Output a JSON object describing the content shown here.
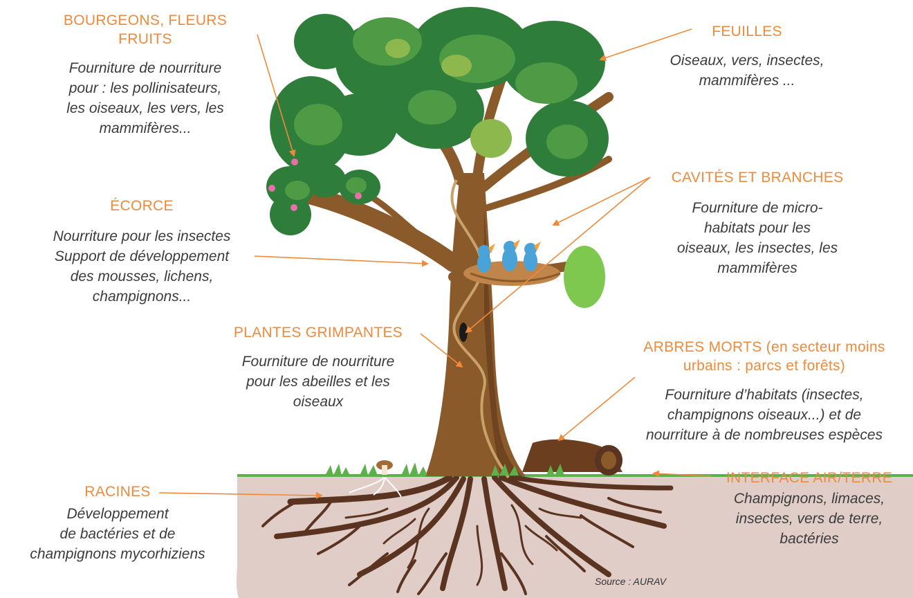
{
  "colors": {
    "accent": "#ef8a3c",
    "text": "#3b3b3b",
    "foliage_dark": "#2f7d3a",
    "foliage": "#4f9a45",
    "foliage_light": "#8db84e",
    "trunk": "#8b5a2b",
    "soil": "#e0cdc7",
    "roots": "#5a3420",
    "grass": "#5db04a"
  },
  "sections": {
    "bourgeons": {
      "title": "BOURGEONS, FLEURS\nFRUITS",
      "desc": "Fourniture de nourriture\npour : les pollinisateurs,\nles oiseaux, les vers, les\nmammifères..."
    },
    "ecorce": {
      "title": "ÉCORCE",
      "desc": "Nourriture pour les insectes\nSupport de développement\ndes mousses, lichens,\nchampignons..."
    },
    "feuilles": {
      "title": "FEUILLES",
      "desc": "Oiseaux, vers, insectes,\nmammifères ..."
    },
    "cavites": {
      "title": "CAVITÉS ET BRANCHES",
      "desc": "Fourniture de micro-\nhabitats pour les\noiseaux, les insectes, les\nmammifères"
    },
    "plantes": {
      "title": "PLANTES GRIMPANTES",
      "desc": "Fourniture de nourriture\npour les abeilles et les\noiseaux"
    },
    "arbres_morts": {
      "title": "ARBRES MORTS (en secteur moins\nurbains : parcs et forêts)",
      "desc": "Fourniture d’habitats (insectes,\nchampignons oiseaux...) et de\nnourriture à de nombreuses espèces"
    },
    "interface": {
      "title": "INTERFACE AIR/TERRE",
      "desc": "Champignons, limaces,\ninsectes, vers de terre,\nbactéries"
    },
    "racines": {
      "title": "RACINES",
      "desc": "Développement\nde bactéries et de\nchampignons mycorhiziens"
    }
  },
  "source": "Source : AURAV"
}
